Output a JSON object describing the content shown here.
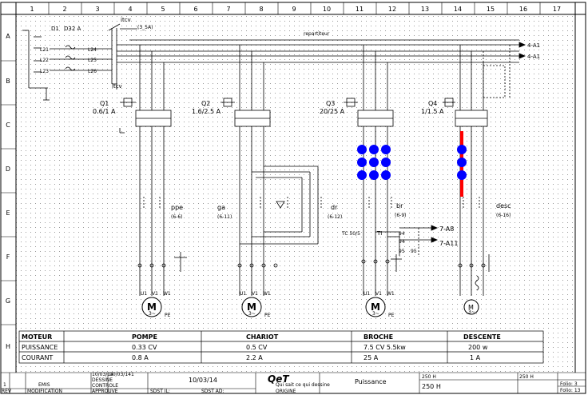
{
  "columns": [
    "1",
    "2",
    "3",
    "4",
    "5",
    "6",
    "7",
    "8",
    "9",
    "10",
    "11",
    "12",
    "13",
    "14",
    "15",
    "16",
    "17"
  ],
  "rows": [
    "A",
    "B",
    "C",
    "D",
    "E",
    "F",
    "G",
    "H"
  ],
  "supply": {
    "d1": "D1",
    "d32": "D32 A",
    "itcv_top": "itcv",
    "itcv_bottom": "itcv",
    "small_ref": "(3_5A)",
    "repartiteur": "repartiteur",
    "wires": [
      "L21",
      "L22",
      "L23",
      "L24",
      "L25",
      "L26"
    ],
    "out1": "4-A1",
    "out2": "4-A1"
  },
  "breakers": [
    {
      "id": "Q1",
      "range": "0.6/1 A"
    },
    {
      "id": "Q2",
      "range": "1.6/2.5 A"
    },
    {
      "id": "Q3",
      "range": "20/25 A"
    },
    {
      "id": "Q4",
      "range": "1/1.5 A"
    }
  ],
  "contactors": [
    {
      "label": "ppe",
      "ref": "(6-6)"
    },
    {
      "label": "ga",
      "ref": "(6-11)"
    },
    {
      "label": "dr",
      "ref": "(6-12)"
    },
    {
      "label": "br",
      "ref": "(6-9)"
    },
    {
      "label": "desc",
      "ref": "(6-16)"
    }
  ],
  "aux": {
    "tc": "TC 50/5",
    "ti": "TI",
    "n94a": "94",
    "n94b": "94",
    "n95a": "95",
    "n95b": "95",
    "ref1": "7-A8",
    "ref2": "7-A11"
  },
  "motors": {
    "symbol": "M",
    "phase": "3~",
    "terminals": [
      "U1",
      "V1",
      "W1"
    ],
    "pe": "PE"
  },
  "spec_table": {
    "headers": [
      "MOTEUR",
      "POMPE",
      "CHARIOT",
      "BROCHE",
      "DESCENTE"
    ],
    "rows": [
      [
        "PUISSANCE",
        "0.33 CV",
        "0.5 CV",
        "7.5 CV  5.5kw",
        "200 w"
      ],
      [
        "COURANT",
        "0.8   A",
        "2.2 A",
        "25 A",
        "1 A"
      ]
    ]
  },
  "title_block": {
    "rev": "1",
    "rev_label": "REV",
    "emis": "EMIS",
    "modification": "MODIFICATION",
    "date_label": "10/03/14",
    "dessine": "DESSINE",
    "controle": "CONTROLE",
    "approuve": "APPROUVE",
    "date_label2": "10/03/141",
    "date_main": "10/03/14",
    "logo": "QeT",
    "logo_sub": "Qui sait ce qui dessine",
    "sdst_il": "SDST IL:",
    "sdst_ad": "SDST AD:",
    "origine": "ORIGINE",
    "title": "Puissance",
    "ref_a": "250 H",
    "ref_b": "250 H",
    "ref_c": "250 H",
    "folio": "Folio: 3",
    "folios": "Folio: 13"
  },
  "colors": {
    "line": "#000000",
    "grid_dot": "#9a9a9a",
    "marker_blue": "#0000ff",
    "marker_red": "#ff0000"
  }
}
